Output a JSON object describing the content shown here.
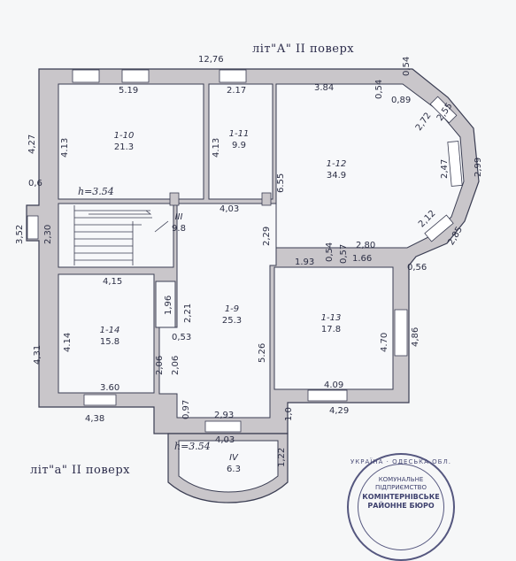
{
  "header": {
    "top_title": "літ\"А\" II поверх",
    "bottom_title": "літ\"а\" II поверх"
  },
  "rooms": [
    {
      "id": "r10",
      "number": "1-10",
      "area": "21.3"
    },
    {
      "id": "r11",
      "number": "1-11",
      "area": "9.9"
    },
    {
      "id": "r12",
      "number": "1-12",
      "area": "34.9"
    },
    {
      "id": "rIII",
      "number": "III",
      "area": "9.8"
    },
    {
      "id": "r9",
      "number": "1-9",
      "area": "25.3"
    },
    {
      "id": "r13",
      "number": "1-13",
      "area": "17.8"
    },
    {
      "id": "r14",
      "number": "1-14",
      "area": "15.8"
    },
    {
      "id": "rIV",
      "number": "IV",
      "area": "6.3"
    }
  ],
  "heights": [
    "h=3.54",
    "h=3.54"
  ],
  "dimensions": {
    "top_total": "12,76",
    "r10_width": "5.19",
    "r11_width": "2.17",
    "r12_width": "3.84",
    "bay_054a": "0,54",
    "bay_054b": "0,54",
    "bay_089": "0,89",
    "bay_255": "2,55",
    "bay_272": "2,72",
    "bay_247": "2,47",
    "bay_299": "2,99",
    "bay_212": "2,12",
    "bay_285": "2,85",
    "bay_056": "0,56",
    "left_427": "4,27",
    "r10_height": "4.13",
    "r11_height": "4.13",
    "r12_height": "6.55",
    "left_06": "0,6",
    "left_352": "3,52",
    "left_230": "2,30",
    "stair_width": "4,03",
    "mid_229": "2,29",
    "mid_280": "2,80",
    "mid_054": "0,54",
    "mid_193": "1.93",
    "mid_057": "0,57",
    "mid_166": "1.66",
    "r14_width": "4,15",
    "closet_196": "1,96",
    "closet_221": "2,21",
    "closet_053": "0,53",
    "r14_height": "4.14",
    "left_431": "4,31",
    "r9_206a": "2,06",
    "r9_206b": "2,06",
    "r9_height": "5.26",
    "r13_height": "4.70",
    "right_486": "4,86",
    "r14_bottom": "3.60",
    "r13_bottom": "4.09",
    "bottom_438": "4,38",
    "bottom_097": "0,97",
    "bottom_293": "2,93",
    "bottom_10": "1,0",
    "bottom_429": "4,29",
    "porch_403": "4,03",
    "porch_122": "1,22"
  },
  "stamp": {
    "ring_text": "УКРАЇНА · ОДЕСЬКА ОБЛ.",
    "line1": "КОМУНАЛЬНЕ",
    "line2": "ПІДПРИЄМСТВО",
    "line3": "КОМІНТЕРНІВСЬКЕ",
    "line4": "РАЙОННЕ БЮРО"
  },
  "colors": {
    "wall": "#c9c6ca",
    "line": "#3a3d52",
    "paper": "#f6f7f8"
  }
}
